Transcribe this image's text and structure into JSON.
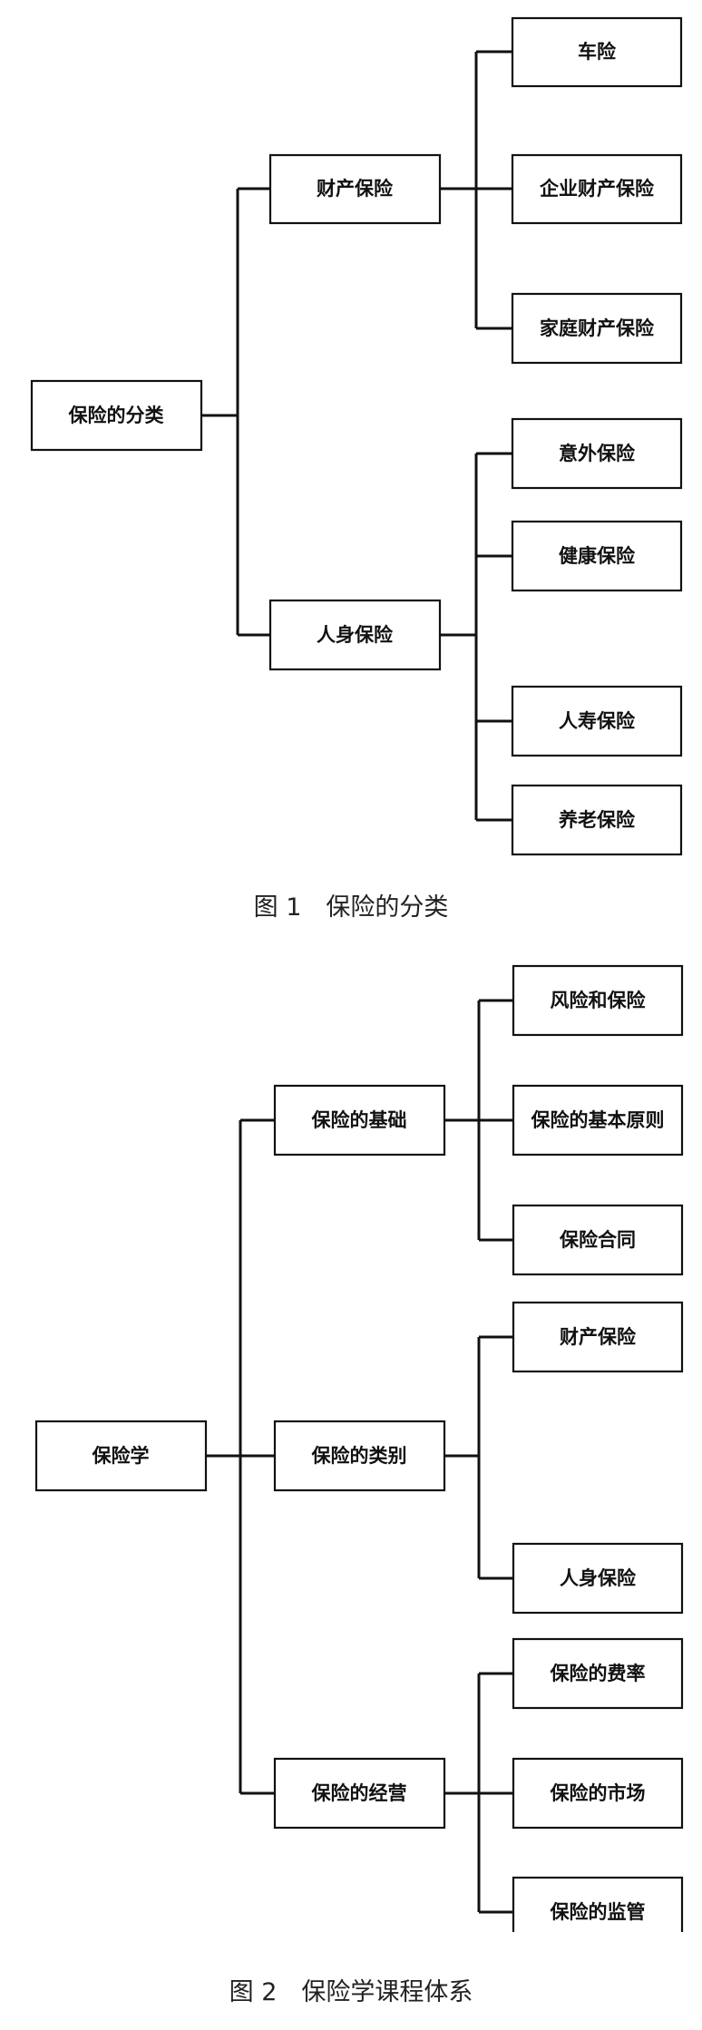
{
  "figure1": {
    "caption": "图 1　保险的分类",
    "root": "保险的分类",
    "branches": [
      {
        "label": "财产保险",
        "leaves": [
          "车险",
          "企业财产保险",
          "家庭财产保险"
        ]
      },
      {
        "label": "人身保险",
        "leaves": [
          "意外保险",
          "健康保险",
          "人寿保险",
          "养老保险"
        ]
      }
    ]
  },
  "figure2": {
    "caption": "图 2　保险学课程体系",
    "root": "保险学",
    "branches": [
      {
        "label": "保险的基础",
        "leaves": [
          "风险和保险",
          "保险的基本原则",
          "保险合同"
        ]
      },
      {
        "label": "保险的类别",
        "leaves": [
          "财产保险",
          "人身保险"
        ]
      },
      {
        "label": "保险的经营",
        "leaves": [
          "保险的费率",
          "保险的市场",
          "保险的监管"
        ]
      }
    ]
  }
}
